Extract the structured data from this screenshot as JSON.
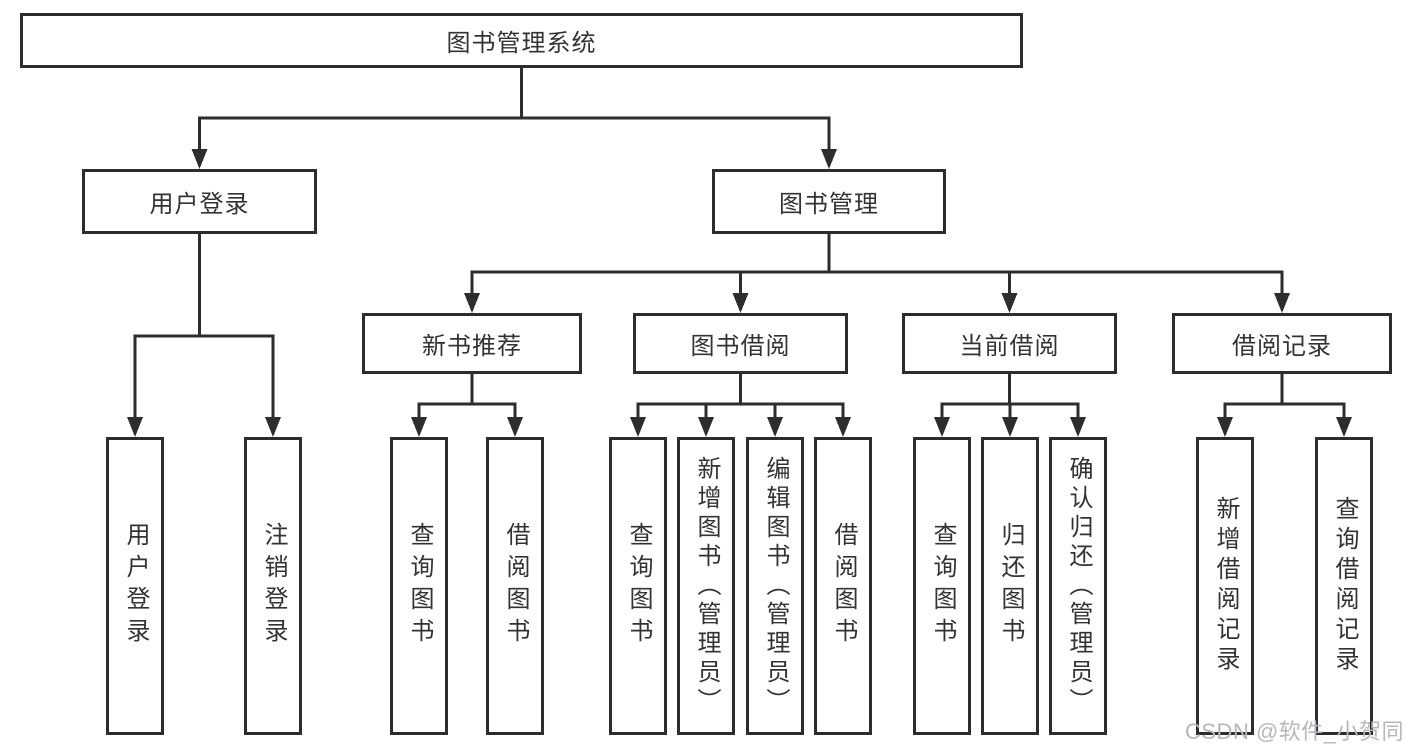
{
  "tree": {
    "root": {
      "label": "图书管理系统",
      "children": [
        {
          "label": "用户登录",
          "children": [
            {
              "label": "用户登录"
            },
            {
              "label": "注销登录"
            }
          ]
        },
        {
          "label": "图书管理",
          "children": [
            {
              "label": "新书推荐",
              "children": [
                {
                  "label": "查询图书"
                },
                {
                  "label": "借阅图书"
                }
              ]
            },
            {
              "label": "图书借阅",
              "children": [
                {
                  "label": "查询图书"
                },
                {
                  "label": "新增图书（管理员）"
                },
                {
                  "label": "编辑图书（管理员）"
                },
                {
                  "label": "借阅图书"
                }
              ]
            },
            {
              "label": "当前借阅",
              "children": [
                {
                  "label": "查询图书"
                },
                {
                  "label": "归还图书"
                },
                {
                  "label": "确认归还（管理员）"
                }
              ]
            },
            {
              "label": "借阅记录",
              "children": [
                {
                  "label": "新增借阅记录"
                },
                {
                  "label": "查询借阅记录"
                }
              ]
            }
          ]
        }
      ]
    }
  },
  "watermark": {
    "text": "CSDN @软件_小贺同学"
  },
  "colors": {
    "line": "#2d2d2d",
    "box_border": "#2d2d2d",
    "text": "#333333",
    "background": "#ffffff",
    "watermark": "#b4b8bd"
  }
}
